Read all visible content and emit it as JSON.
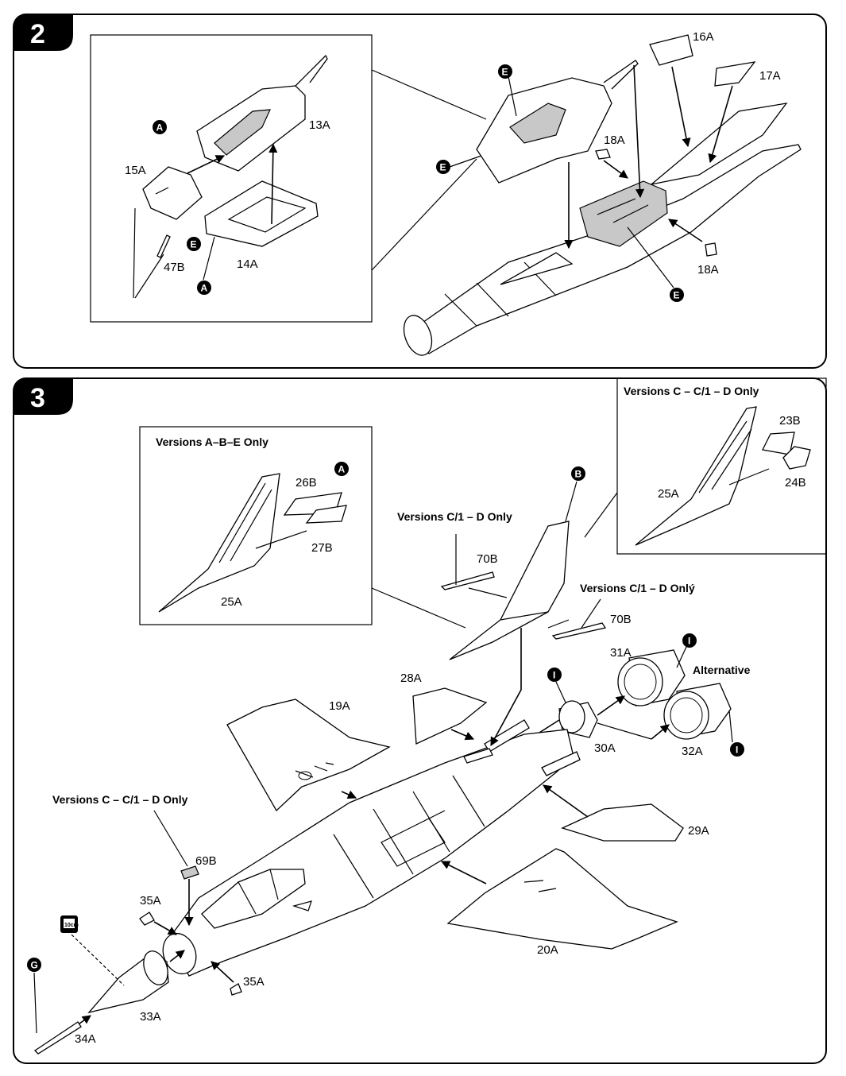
{
  "steps": [
    {
      "number": "2"
    },
    {
      "number": "3"
    }
  ],
  "step2_parts": {
    "p13": "13A",
    "p14": "14A",
    "p15": "15A",
    "p47": "47B",
    "p16": "16A",
    "p17": "17A",
    "p18a": "18A",
    "p18b": "18A"
  },
  "step3_parts": {
    "p19": "19A",
    "p20": "20A",
    "p23": "23B",
    "p24": "24B",
    "p25a": "25A",
    "p25b": "25A",
    "p26": "26B",
    "p27": "27B",
    "p28": "28A",
    "p29": "29A",
    "p30": "30A",
    "p31": "31A",
    "p32": "32A",
    "p33": "33A",
    "p34": "34A",
    "p35a": "35A",
    "p35b": "35A",
    "p69": "69B",
    "p70a": "70B",
    "p70b": "70B"
  },
  "markers": {
    "a": "A",
    "b": "B",
    "e": "E",
    "g": "G",
    "i": "I"
  },
  "notes": {
    "versions_abe": "Versions A–B–E Only",
    "versions_c_c1_d_top": "Versions C – C/1 – D Only",
    "versions_c1_d_a": "Versions C/1 – D Only",
    "versions_c1_d_b": "Versions C/1 – D Onlý",
    "versions_c_c1_d_left": "Versions C – C/1 – D Only",
    "alternative": "Alternative",
    "weight_icon_label": "10cm"
  },
  "icons": [
    "weight-icon",
    "arrow-icon"
  ]
}
